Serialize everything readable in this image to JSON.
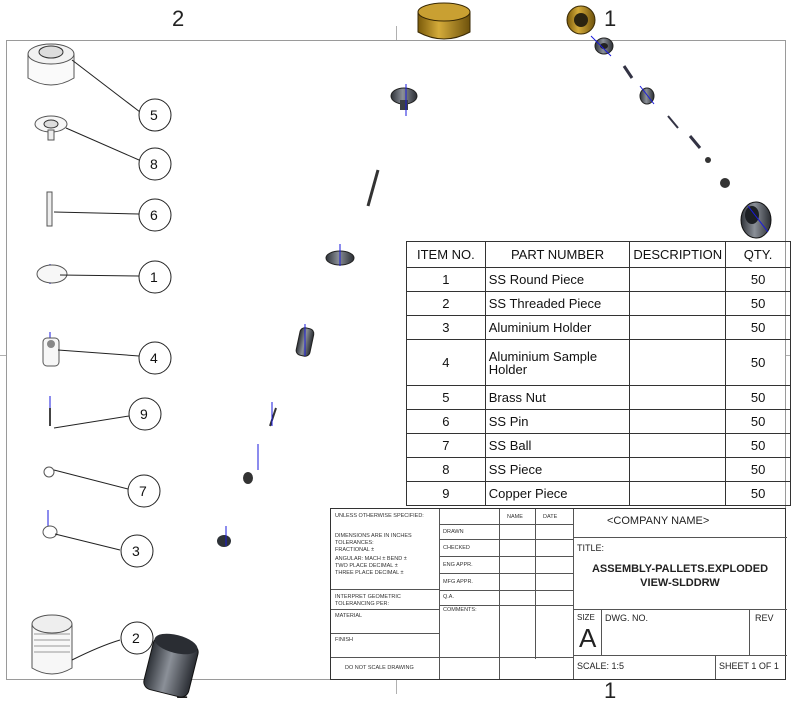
{
  "zones": {
    "top_left": "2",
    "top_right": "1",
    "bottom_left": "2",
    "bottom_right": "1"
  },
  "balloons": [
    "5",
    "8",
    "6",
    "1",
    "4",
    "9",
    "7",
    "3",
    "2"
  ],
  "bom": {
    "headers": [
      "ITEM NO.",
      "PART NUMBER",
      "DESCRIPTION",
      "QTY."
    ],
    "rows": [
      {
        "item": "1",
        "part": "SS Round Piece",
        "desc": "",
        "qty": "50"
      },
      {
        "item": "2",
        "part": "SS Threaded Piece",
        "desc": "",
        "qty": "50"
      },
      {
        "item": "3",
        "part": "Aluminium Holder",
        "desc": "",
        "qty": "50"
      },
      {
        "item": "4",
        "part": "Aluminium Sample Holder",
        "desc": "",
        "qty": "50"
      },
      {
        "item": "5",
        "part": "Brass Nut",
        "desc": "",
        "qty": "50"
      },
      {
        "item": "6",
        "part": "SS Pin",
        "desc": "",
        "qty": "50"
      },
      {
        "item": "7",
        "part": "SS Ball",
        "desc": "",
        "qty": "50"
      },
      {
        "item": "8",
        "part": "SS Piece",
        "desc": "",
        "qty": "50"
      },
      {
        "item": "9",
        "part": "Copper Piece",
        "desc": "",
        "qty": "50"
      }
    ]
  },
  "title_block": {
    "unless": "UNLESS OTHERWISE SPECIFIED:",
    "name": "NAME",
    "date": "DATE",
    "dims": "DIMENSIONS ARE IN INCHES",
    "tol": "TOLERANCES:",
    "frac": "FRACTIONAL ±",
    "ang": "ANGULAR: MACH ±   BEND ±",
    "two": "TWO PLACE DECIMAL   ±",
    "three": "THREE PLACE DECIMAL  ±",
    "drawn": "DRAWN",
    "checked": "CHECKED",
    "eng": "ENG APPR.",
    "mfg": "MFG APPR.",
    "qa": "Q.A.",
    "comments": "COMMENTS:",
    "interpret": "INTERPRET GEOMETRIC",
    "tolerancing": "TOLERANCING PER:",
    "material": "MATERIAL",
    "finish": "FINISH",
    "noscale": "DO NOT SCALE DRAWING",
    "company": "<COMPANY NAME>",
    "title_label": "TITLE:",
    "title_line1": "ASSEMBLY-PALLETS.EXPLODED",
    "title_line2": "VIEW-SLDDRW",
    "size_label": "SIZE",
    "size": "A",
    "dwg_no": "DWG.  NO.",
    "rev": "REV",
    "scale": "SCALE: 1:5",
    "sheet": "SHEET 1 OF 1"
  },
  "colors": {
    "brass": "#b8901e",
    "axis": "#1a1adc",
    "metal": "#5a5f66"
  }
}
